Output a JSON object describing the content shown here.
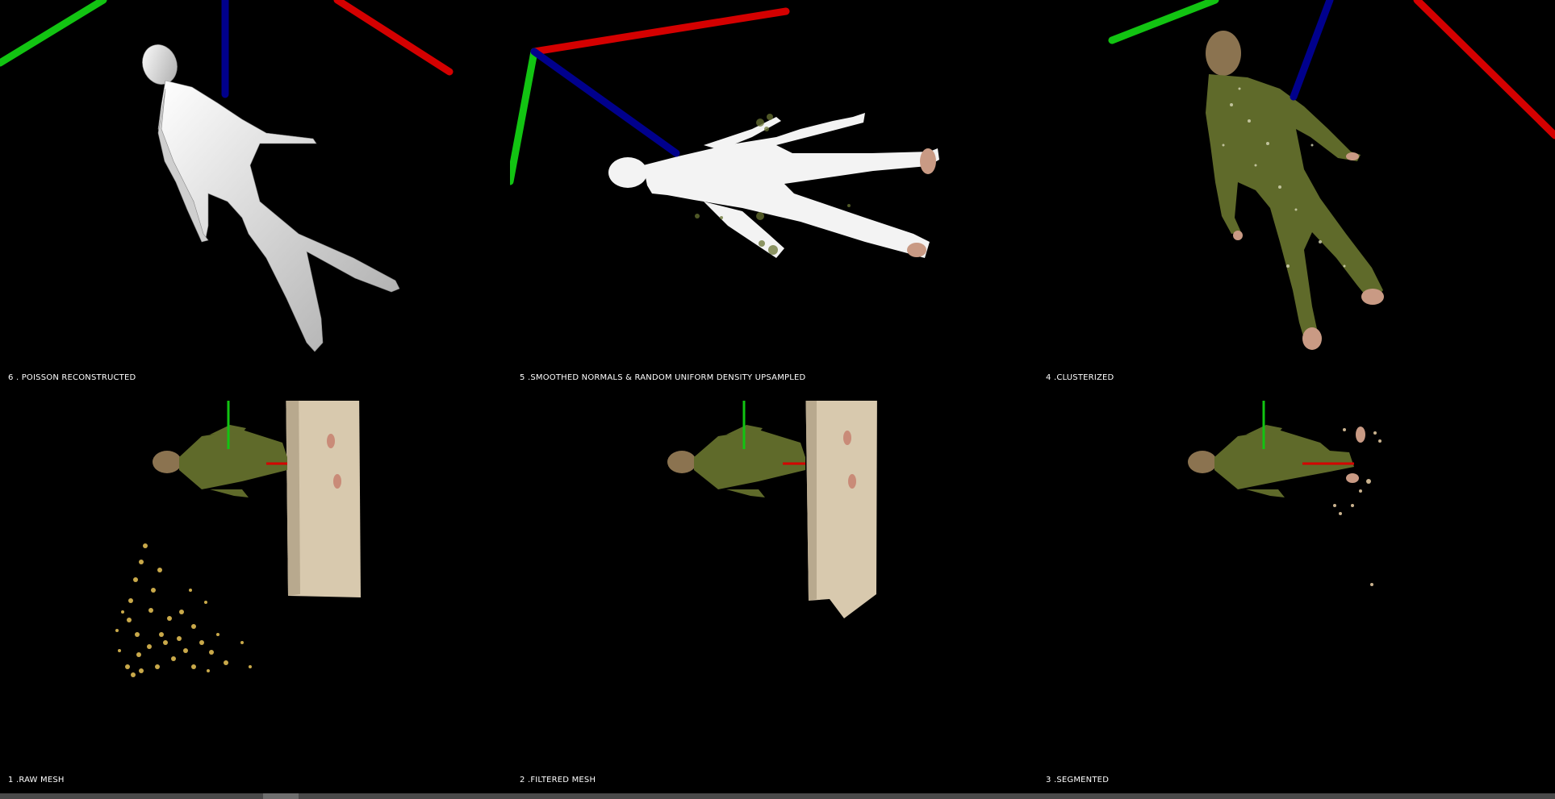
{
  "window": {
    "title": ""
  },
  "panels": [
    {
      "id": "p6",
      "caption": "6 . POISSON RECONSTRUCTED"
    },
    {
      "id": "p5",
      "caption": "5 .SMOOTHED NORMALS & RANDOM UNIFORM DENSITY UPSAMPLED"
    },
    {
      "id": "p4",
      "caption": "4 .CLUSTERIZED"
    },
    {
      "id": "p1",
      "caption": "1 .RAW MESH"
    },
    {
      "id": "p2",
      "caption": "2 .FILTERED MESH"
    },
    {
      "id": "p3",
      "caption": "3 .SEGMENTED"
    }
  ],
  "colors": {
    "background": "#000000",
    "axis_x": "#d40000",
    "axis_y": "#12c412",
    "axis_z": "#00008c",
    "mesh_white": "#e6e6e6",
    "cloth_green": "#5f6a2a",
    "skin": "#c99a84",
    "wall": "#d8c9ae",
    "noise_gold": "#c9a94a"
  }
}
